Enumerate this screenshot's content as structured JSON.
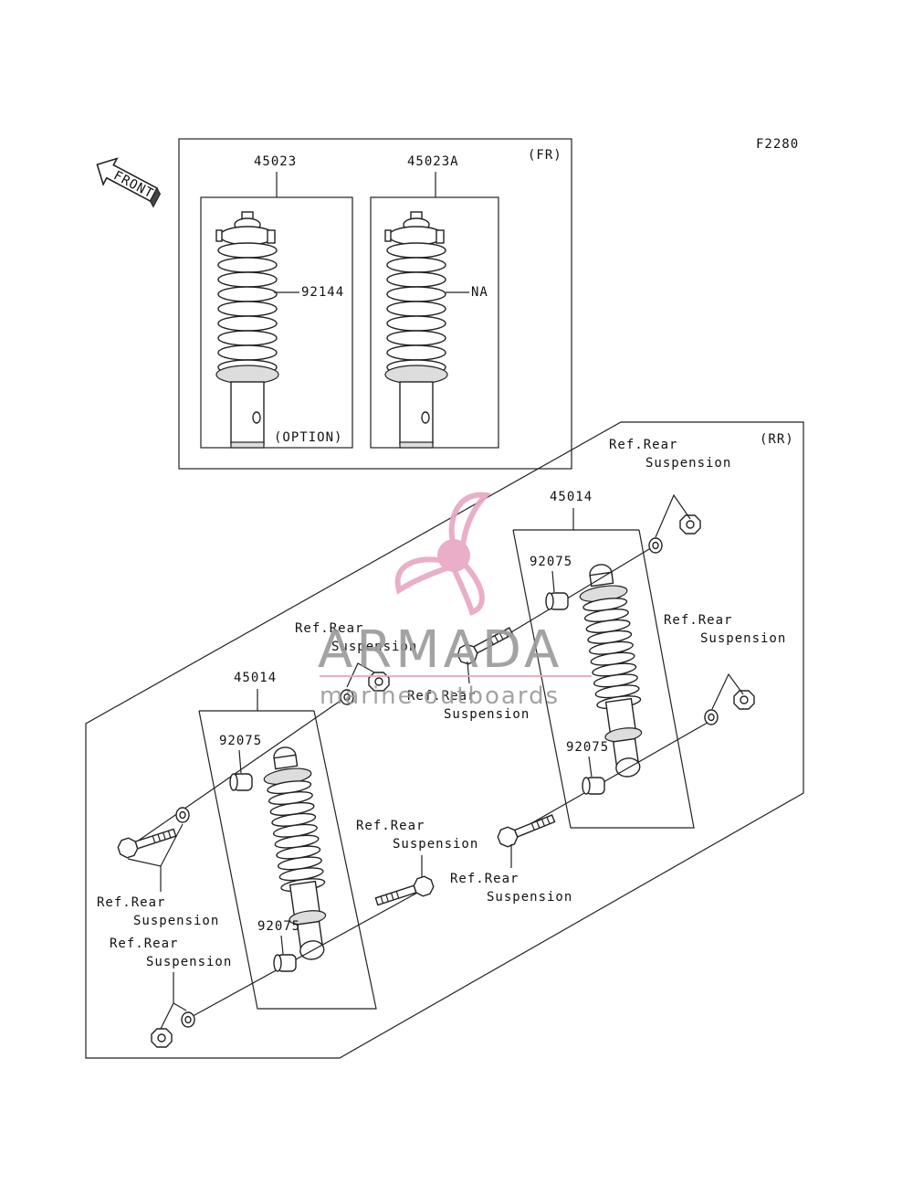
{
  "diagram_code": "F2280",
  "front_arrow_label": "FRONT",
  "front_group": {
    "label": "(FR)",
    "items": [
      {
        "part_no": "45023",
        "spring_no": "92144",
        "note": "(OPTION)"
      },
      {
        "part_no": "45023A",
        "spring_no": "NA"
      }
    ]
  },
  "rear_group": {
    "label": "(RR)",
    "shock_part_no": "45014",
    "bushing_part_no": "92075",
    "ref_line1": "Ref.Rear",
    "ref_line2": "Suspension"
  },
  "watermark": {
    "brand": "ARMADA",
    "tagline": "marine outboards",
    "colors": {
      "logo": "#e8a6c4",
      "text": "#9a9a9a"
    }
  }
}
